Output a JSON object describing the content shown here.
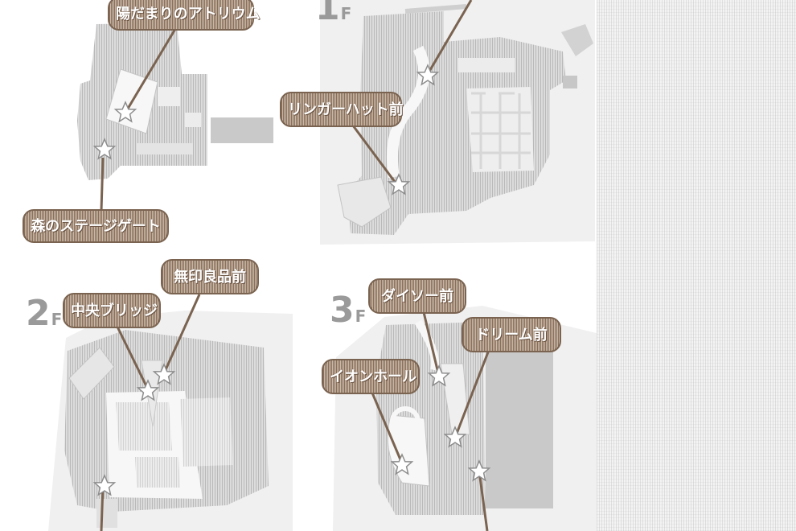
{
  "floors": {
    "f1": {
      "num": "1",
      "unit": "F"
    },
    "f2": {
      "num": "2",
      "unit": "F"
    },
    "f3": {
      "num": "3",
      "unit": "F"
    }
  },
  "spots": {
    "atrium": "陽だまりのアトリウム",
    "stage_gate": "森のステージゲート",
    "ringer_hut": "リンガーハット前",
    "central_bridge": "中央ブリッジ",
    "muji": "無印良品前",
    "daiso": "ダイソー前",
    "dream": "ドリーム前",
    "aeon_hall": "イオンホール"
  },
  "colors": {
    "label_bg": "#8a6f5b",
    "map_fill": "#d9d9d9",
    "map_area": "#efefef",
    "star": "#ffffff"
  }
}
